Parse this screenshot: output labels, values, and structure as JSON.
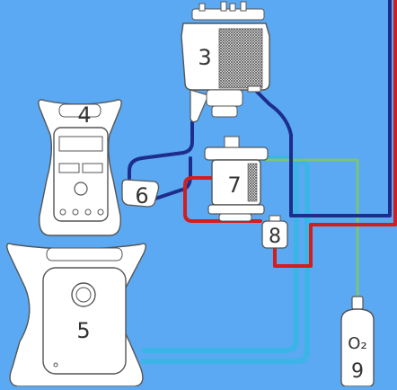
{
  "colors": {
    "background": "#5aa9f2",
    "device_fill": "#ffffff",
    "device_stroke": "#555555",
    "venous_line": "#1e2c8c",
    "arterial_line": "#d21e1e",
    "oxygen_line": "#7cc37a",
    "cooling_line": "#3cb4e6"
  },
  "labels": {
    "reservoir": "3",
    "pump_console": "4",
    "heater_cooler": "5",
    "pump_head": "6",
    "oxygenator": "7",
    "filter": "8",
    "oxygen_cylinder": "9",
    "oxygen_formula": "O₂"
  },
  "icons": {
    "reservoir": "reservoir-icon",
    "pump_console": "pump-console-icon",
    "heater_cooler": "heater-cooler-icon",
    "pump_head": "pump-head-icon",
    "oxygenator": "oxygenator-icon",
    "filter": "filter-icon",
    "oxygen_cylinder": "oxygen-cylinder-icon"
  }
}
